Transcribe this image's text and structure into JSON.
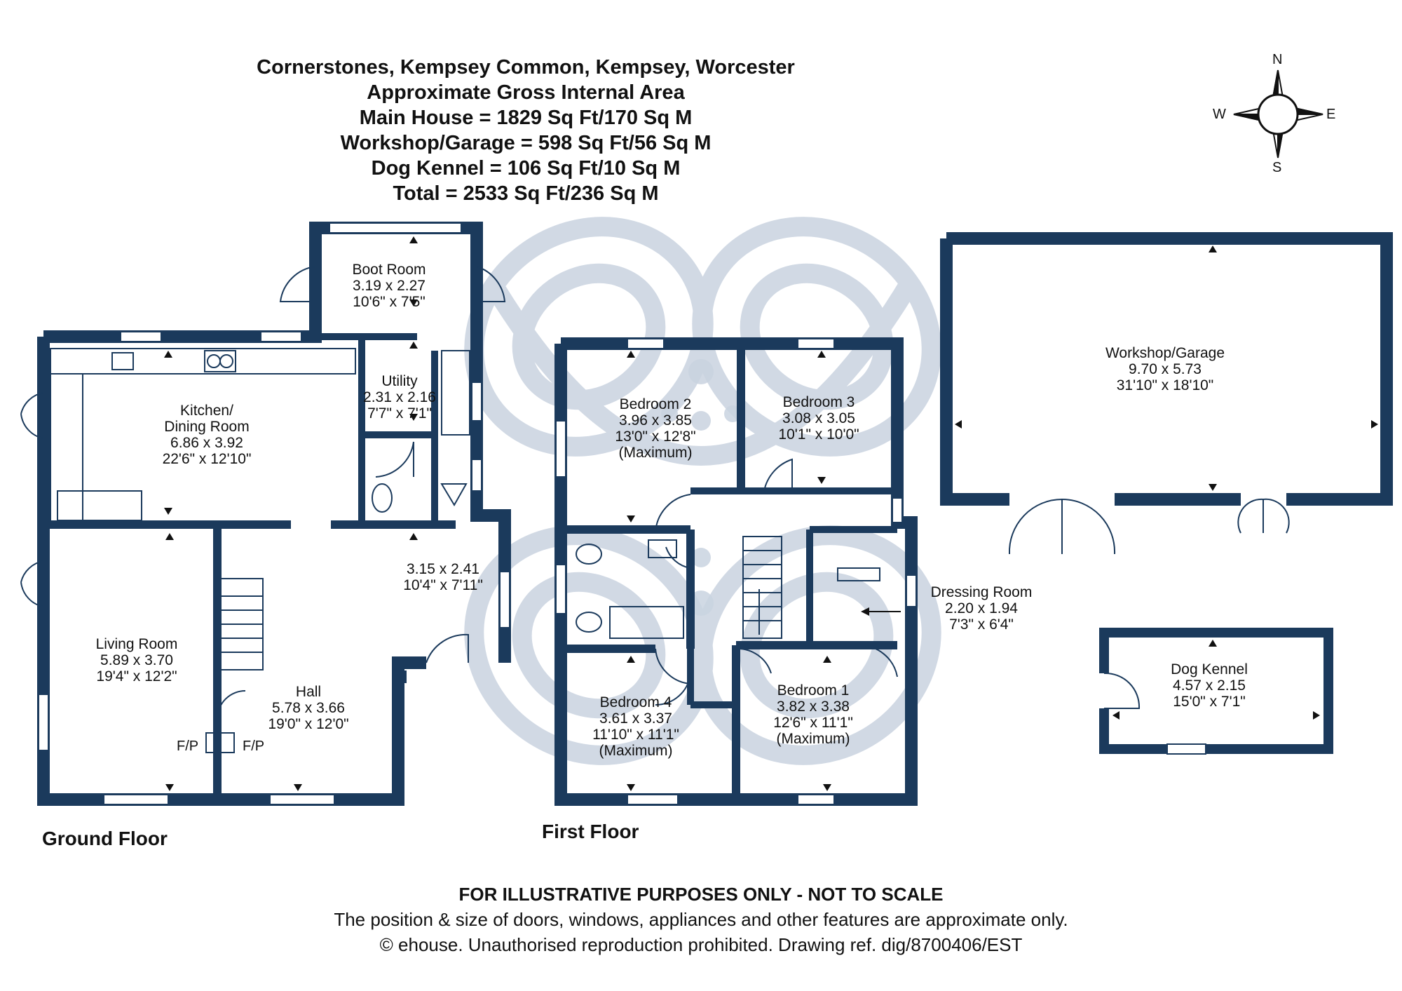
{
  "header": {
    "address": "Cornerstones, Kempsey Common, Kempsey, Worcester",
    "subtitle": "Approximate Gross Internal Area",
    "main_house": "Main House = 1829 Sq Ft/170 Sq M",
    "workshop": "Workshop/Garage = 598 Sq Ft/56 Sq M",
    "kennel": "Dog Kennel = 106 Sq Ft/10 Sq M",
    "total": "Total = 2533 Sq Ft/236 Sq M"
  },
  "compass": {
    "n": "N",
    "s": "S",
    "e": "E",
    "w": "W"
  },
  "floors": {
    "ground": "Ground Floor",
    "first": "First Floor"
  },
  "rooms": {
    "boot_room": {
      "name": "Boot Room",
      "metric": "3.19 x 2.27",
      "imperial": "10'6\" x 7'5\""
    },
    "kitchen": {
      "name": "Kitchen/",
      "name2": "Dining Room",
      "metric": "6.86 x 3.92",
      "imperial": "22'6\" x 12'10\""
    },
    "utility": {
      "name": "Utility",
      "metric": "2.31 x 2.16",
      "imperial": "7'7\" x 7'1\""
    },
    "hall_annex": {
      "metric": "3.15 x 2.41",
      "imperial": "10'4\" x 7'11\""
    },
    "living": {
      "name": "Living Room",
      "metric": "5.89 x 3.70",
      "imperial": "19'4\" x 12'2\""
    },
    "hall": {
      "name": "Hall",
      "metric": "5.78 x 3.66",
      "imperial": "19'0\" x 12'0\""
    },
    "fireplace_left": "F/P",
    "fireplace_right": "F/P",
    "bedroom2": {
      "name": "Bedroom 2",
      "metric": "3.96 x 3.85",
      "imperial": "13'0\" x 12'8\"",
      "note": "(Maximum)"
    },
    "bedroom3": {
      "name": "Bedroom 3",
      "metric": "3.08 x 3.05",
      "imperial": "10'1\" x 10'0\""
    },
    "dressing": {
      "name": "Dressing Room",
      "metric": "2.20 x 1.94",
      "imperial": "7'3\" x 6'4\""
    },
    "bedroom4": {
      "name": "Bedroom 4",
      "metric": "3.61 x 3.37",
      "imperial": "11'10\" x 11'1\"",
      "note": "(Maximum)"
    },
    "bedroom1": {
      "name": "Bedroom 1",
      "metric": "3.82 x 3.38",
      "imperial": "12'6\" x 11'1\"",
      "note": "(Maximum)"
    },
    "workshop": {
      "name": "Workshop/Garage",
      "metric": "9.70 x 5.73",
      "imperial": "31'10\" x 18'10\""
    },
    "kennel": {
      "name": "Dog Kennel",
      "metric": "4.57 x 2.15",
      "imperial": "15'0\" x 7'1\""
    }
  },
  "footer": {
    "disclaimer": "FOR ILLUSTRATIVE PURPOSES ONLY - NOT TO SCALE",
    "note": "The position & size of doors, windows, appliances and other features are approximate only.",
    "copyright": "© ehouse. Unauthorised reproduction prohibited. Drawing ref. dig/8700406/EST"
  },
  "colors": {
    "wall": "#1b3a5c",
    "watermark": "#c9d3e0",
    "text": "#111111"
  }
}
